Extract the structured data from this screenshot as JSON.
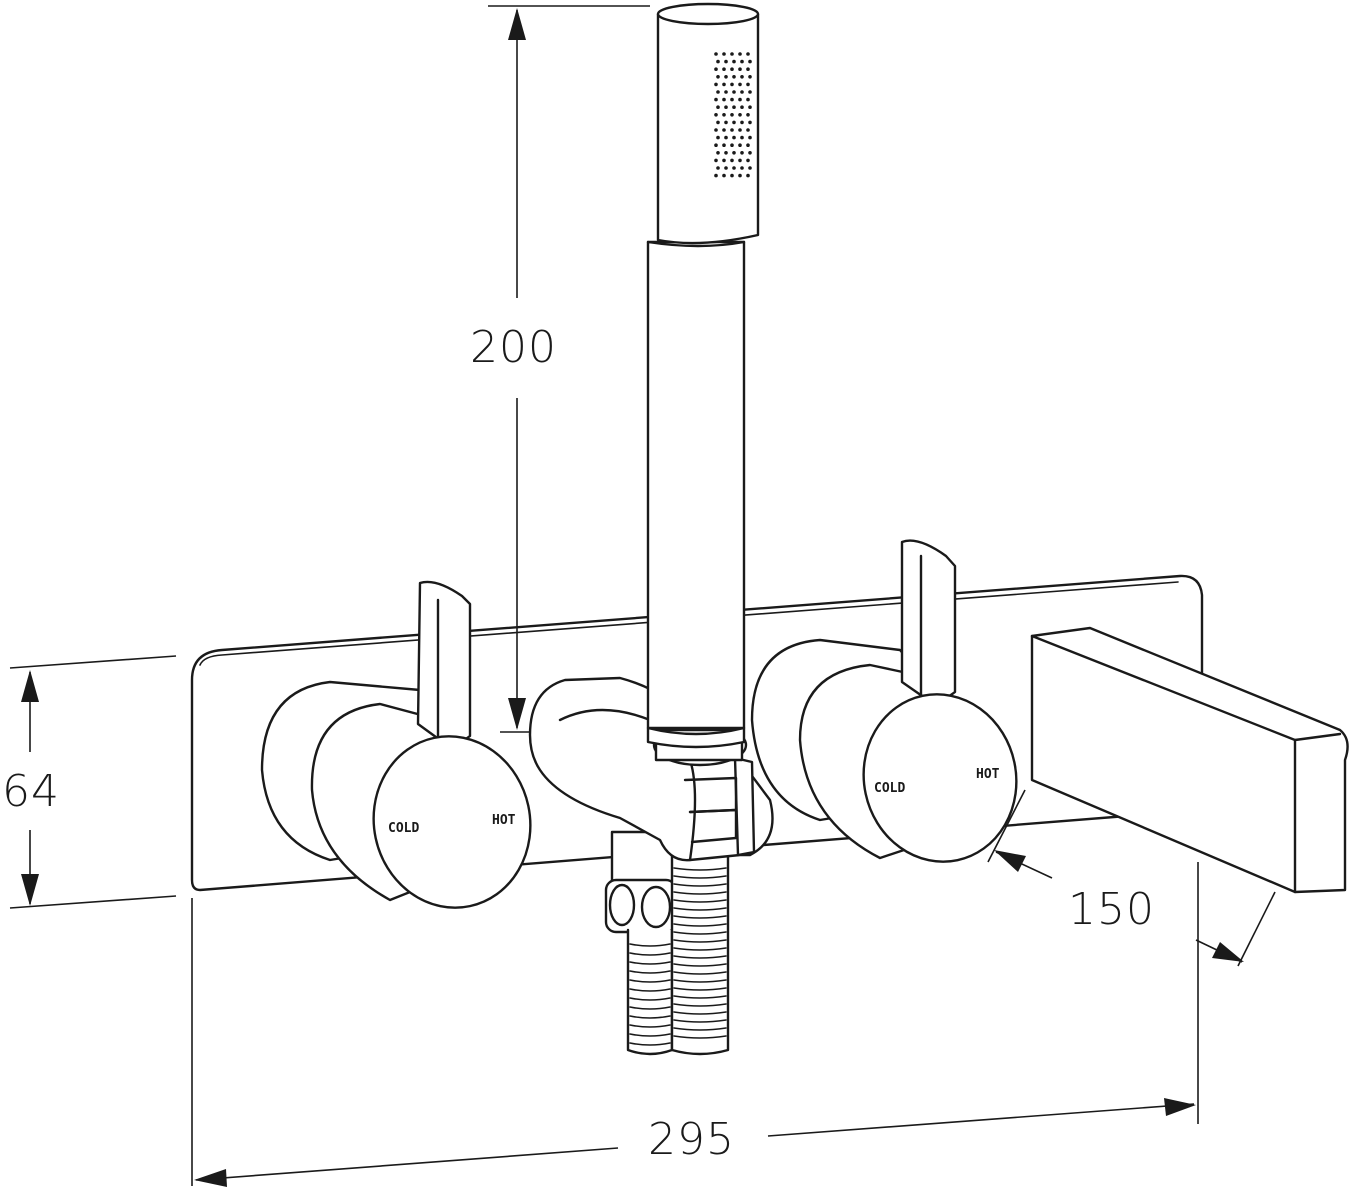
{
  "dimensions": {
    "height_handset": "200",
    "height_plate": "64",
    "spout_projection": "150",
    "width_plate": "295"
  },
  "left_valve": {
    "cold_label": "COLD",
    "hot_label": "HOT"
  },
  "right_valve": {
    "cold_label": "COLD",
    "hot_label": "HOT"
  }
}
